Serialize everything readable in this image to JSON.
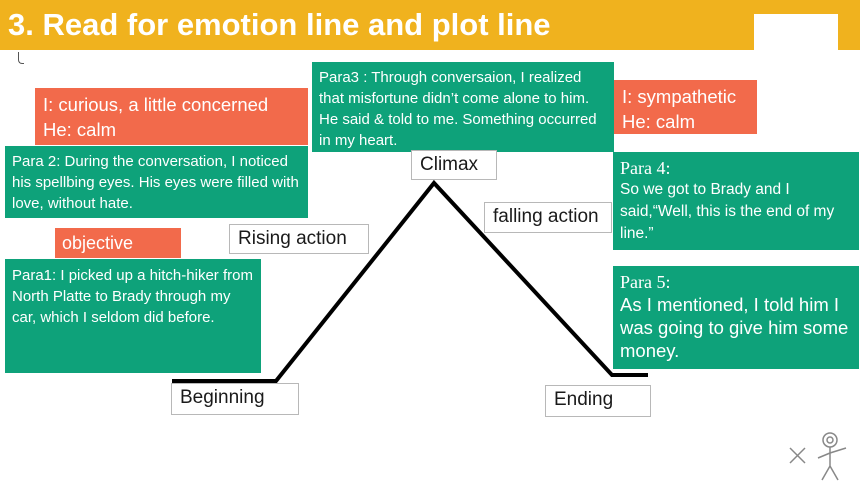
{
  "header": {
    "title": "3. Read for emotion line and plot line"
  },
  "plot_labels": {
    "beginning": "Beginning",
    "rising_action": "Rising action",
    "climax": "Climax",
    "falling_action": "falling action",
    "ending": "Ending"
  },
  "emotions": {
    "left": {
      "line1": "I: curious, a little concerned",
      "line2": "He: calm"
    },
    "right": {
      "line1": "I: sympathetic",
      "line2": "He: calm"
    },
    "objective": "objective"
  },
  "paragraphs": {
    "para1": "Para1: I picked up a hitch-hiker from North Platte to Brady through my car, which I seldom did before.",
    "para2": "Para 2: During the conversation, I noticed his spellbing eyes. His eyes were filled with love, without hate.",
    "para3": "Para3 : Through conversaion, I realized that misfortune didn’t come alone to him. He said & told to me. Something occurred in my heart.",
    "para4_title": "Para 4:",
    "para4_body": "So we got to Brady and I said,“Well, this is the end of my line.”",
    "para5_title": "Para 5:",
    "para5_body": "As I mentioned, I told him I was going to give him some money."
  },
  "colors": {
    "banner": "#f0b21e",
    "teal": "#0ea27a",
    "orange": "#f26a4b"
  },
  "icons": {
    "decoration": "stick-figure-icon"
  }
}
